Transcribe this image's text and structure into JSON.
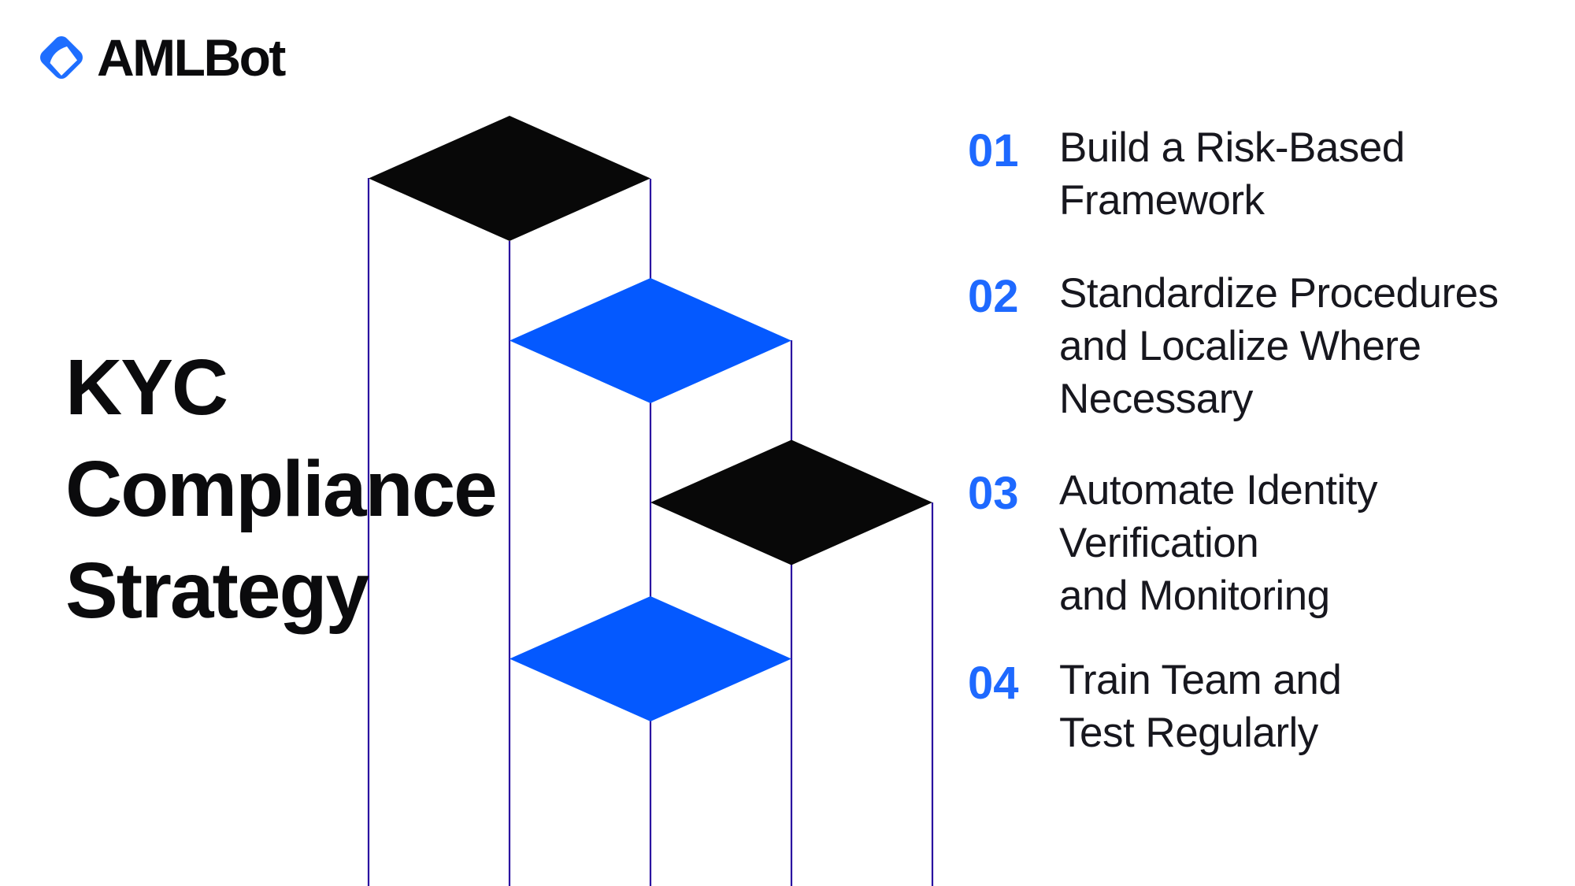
{
  "colors": {
    "background": "#ffffff",
    "diamond_black": "#080808",
    "diamond_blue": "#0459ff",
    "line": "#2a10a0",
    "number_blue": "#1e69ff",
    "logo_blue": "#1e6eff",
    "title_text": "#0b0b0d",
    "body_text": "#17171e"
  },
  "logo": {
    "text": "AMLBot",
    "icon": "amlbot-diamond-icon"
  },
  "title": {
    "lines": [
      "KYC",
      "Compliance",
      "Strategy"
    ]
  },
  "steps": [
    {
      "number": "01",
      "lines": [
        "Build a Risk-Based",
        "Framework"
      ]
    },
    {
      "number": "02",
      "lines": [
        "Standardize Procedures",
        "and Localize Where",
        "Necessary"
      ]
    },
    {
      "number": "03",
      "lines": [
        "Automate Identity",
        "Verification",
        "and Monitoring"
      ]
    },
    {
      "number": "04",
      "lines": [
        "Train Team and",
        "Test Regularly"
      ]
    }
  ],
  "diagram": {
    "type": "isometric-step-columns",
    "column_top_colors": [
      "black",
      "blue",
      "black",
      "blue"
    ]
  }
}
